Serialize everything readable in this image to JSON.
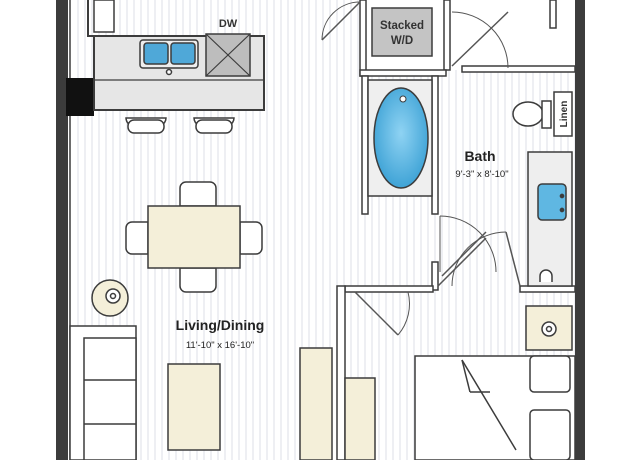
{
  "rooms": {
    "living_dining": {
      "name": "Living/Dining",
      "dimensions": "11'-10\" x 16'-10\""
    },
    "bath": {
      "name": "Bath",
      "dimensions": "9'-3\" x 8'-10\""
    }
  },
  "fixtures": {
    "dishwasher": "DW",
    "washer_dryer_line1": "Stacked",
    "washer_dryer_line2": "W/D",
    "linen": "Linen"
  },
  "colors": {
    "wall": "#3c3c3c",
    "floor_stripe": "#e4e6ec",
    "furniture": "#f4efd9",
    "furniture_stroke": "#555555",
    "counter": "#e6e6e6",
    "water": "#5fb7e2"
  }
}
